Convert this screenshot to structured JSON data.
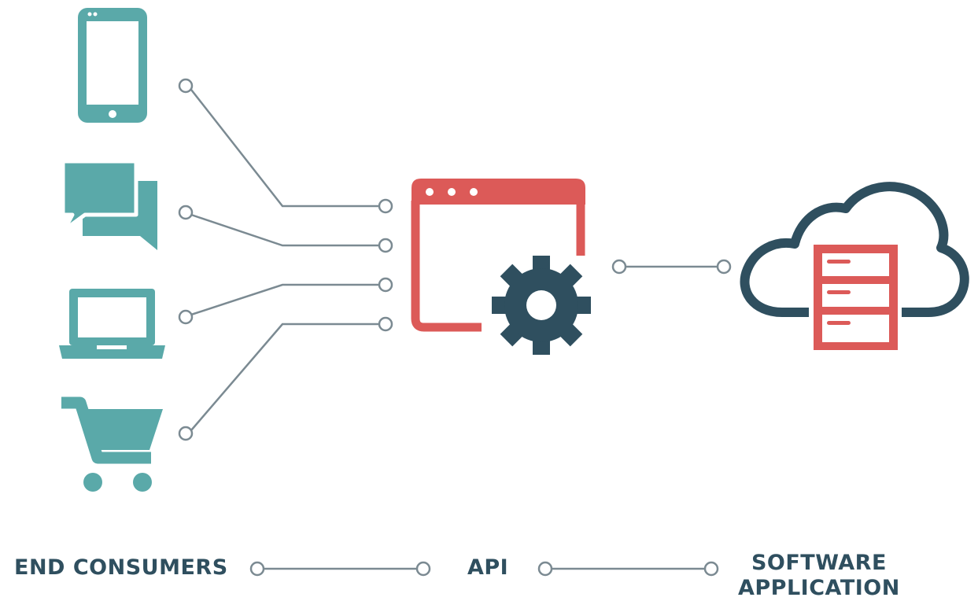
{
  "labels": {
    "end_consumers": "END CONSUMERS",
    "api": "API",
    "software_line1": "SOFTWARE",
    "software_line2": "APPLICATION"
  },
  "consumer_icons": [
    "mobile-phone-icon",
    "chat-bubbles-icon",
    "laptop-icon",
    "shopping-cart-icon"
  ],
  "api_icons": [
    "browser-window-icon",
    "gear-icon"
  ],
  "application_icons": [
    "cloud-icon",
    "server-icon"
  ],
  "colors": {
    "teal": "#5aa9a9",
    "red": "#dc5a58",
    "navy": "#2f4f5f",
    "connector": "#7b8a92"
  }
}
